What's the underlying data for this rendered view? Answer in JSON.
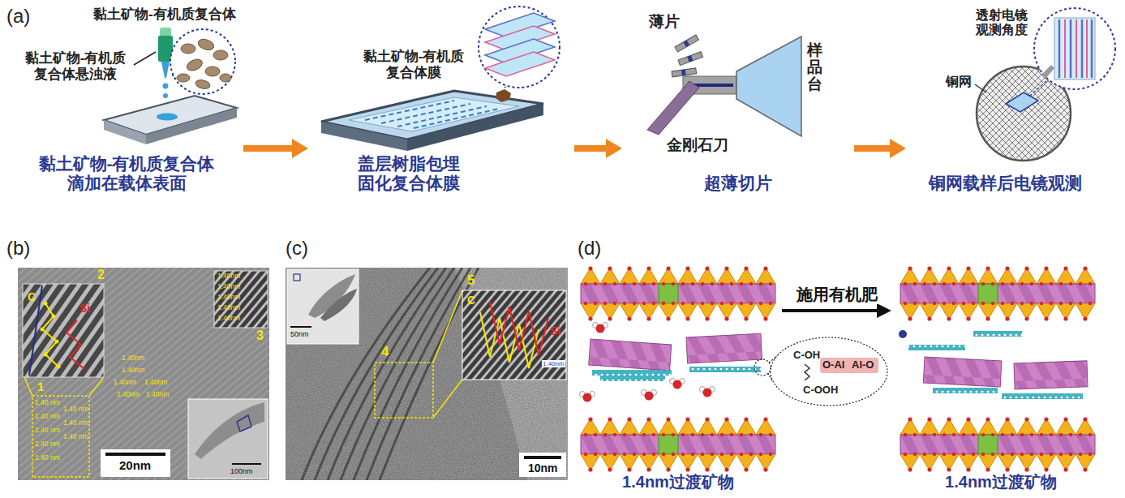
{
  "diagram": {
    "nodes": [
      {
        "text": [
          "黏土矿物-有机质复合体 滴加在载体表面"
        ]
      },
      {
        "text": [
          "盖层树脂包埋 固化复合体膜"
        ]
      },
      {
        "text": [
          "超薄切片"
        ]
      },
      {
        "text": [
          "铜网载样后电镜观测"
        ]
      },
      {
        "text": [
          "1.4nm过渡矿物"
        ]
      },
      {
        "text": [
          "1.4nm过渡矿物"
        ]
      }
    ],
    "edges": [
      {
        "from": 0,
        "to": 1,
        "arrow": "to"
      },
      {
        "from": 1,
        "to": 2,
        "arrow": "to"
      },
      {
        "from": 2,
        "to": 3,
        "arrow": "to"
      },
      {
        "from": 4,
        "to": 5,
        "arrow": "to",
        "label": "施用有机肥"
      }
    ],
    "labels": [
      "(a)",
      "黏土矿物-有机质复合体",
      "黏土矿物-有机质 复合体悬浊液",
      "黏土矿物-有机质 复合体膜",
      "薄片",
      "样品台",
      "金刚石刀",
      "透射电镜 观测角度",
      "铜网",
      "(b)",
      "1",
      "2",
      "3",
      "C",
      "Si",
      "1.40nm",
      "1.40nm",
      "1.40nm",
      "1.40nm",
      "1.40nm",
      "1.40nm",
      "1.40nm",
      "1.40nm",
      "1.40nm",
      "1.40nm",
      "1.40nm",
      "1.40 nm",
      "1.40 nm",
      "1.40 nm",
      "1.40 nm",
      "1.40 nm",
      "1.40 nm",
      "1.40 nm",
      "1.40 nm",
      "20nm",
      "100nm",
      "(c)",
      "50nm",
      "4",
      "5",
      "C",
      "Si",
      "1.40nm",
      "10nm",
      "(d)",
      "C-OH",
      "O-Al",
      "Al-O",
      "C-OOH"
    ]
  }
}
